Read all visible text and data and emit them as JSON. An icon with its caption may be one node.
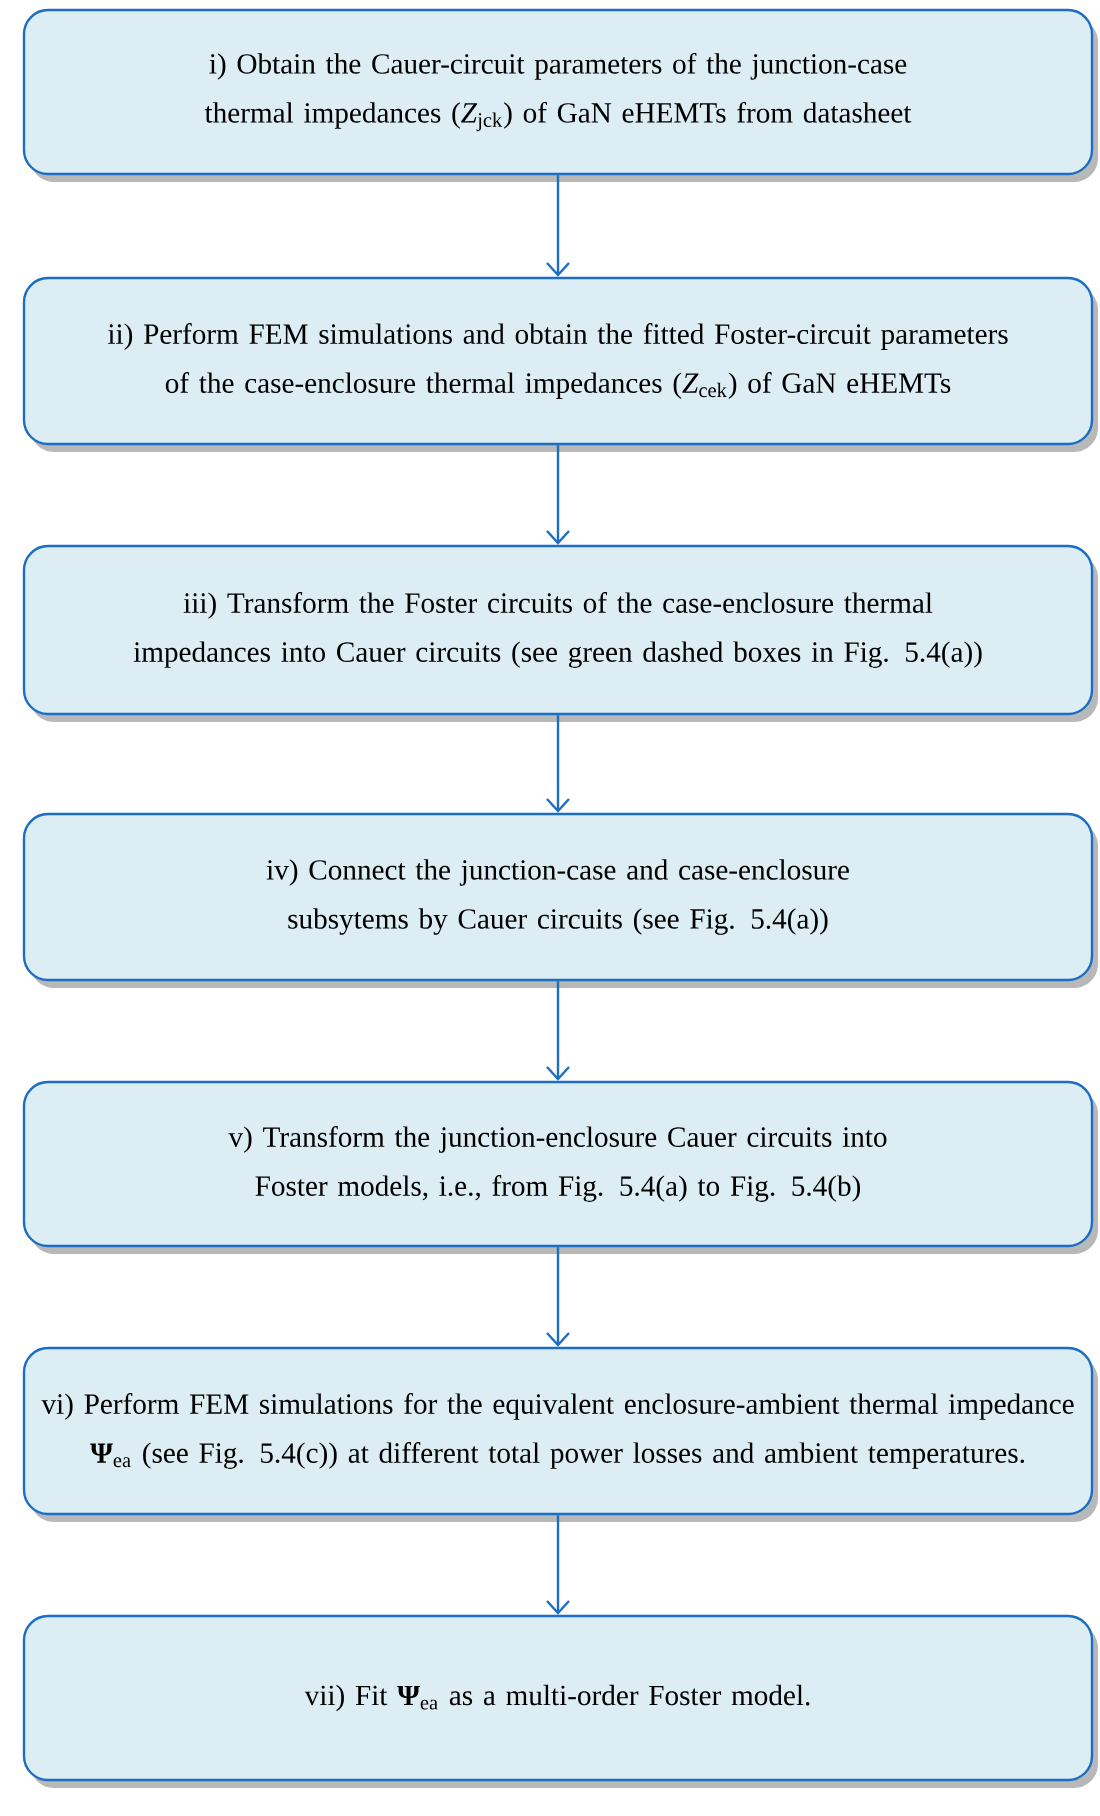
{
  "diagram": {
    "nodes": [
      {
        "text": [
          "i) Obtain the Cauer-circuit parameters of the junction-case thermal impedances (*Z*$_{jck}$) of GaN eHEMTs from datasheet"
        ]
      },
      {
        "text": [
          "ii) Perform FEM simulations and obtain the fitted Foster-circuit parameters of the case-enclosure thermal impedances (*Z*$_{cek}$) of GaN eHEMTs"
        ]
      },
      {
        "text": [
          "iii) Transform the Foster circuits of the case-enclosure thermal impedances into Cauer circuits (see green dashed boxes in Fig. 5.4(a))"
        ]
      },
      {
        "text": [
          "iv) Connect the junction-case and case-enclosure subsytems by Cauer circuits (see Fig. 5.4(a))"
        ]
      },
      {
        "text": [
          "v) Transform the junction-enclosure Cauer circuits into Foster models, i.e., from Fig. 5.4(a) to Fig. 5.4(b)"
        ]
      },
      {
        "text": [
          "vi) Perform FEM simulations for the equivalent enclosure-ambient thermal impedance **Ψ**$_{ea}$ (see Fig. 5.4(c)) at different total power losses and ambient temperatures."
        ]
      },
      {
        "text": [
          "vii) Fit **Ψ**$_{ea}$ as a multi-order Foster model."
        ]
      }
    ],
    "edges": [
      {
        "from": 0,
        "to": 1,
        "arrow": "to"
      },
      {
        "from": 1,
        "to": 2,
        "arrow": "to"
      },
      {
        "from": 2,
        "to": 3,
        "arrow": "to"
      },
      {
        "from": 3,
        "to": 4,
        "arrow": "to"
      },
      {
        "from": 4,
        "to": 5,
        "arrow": "to"
      },
      {
        "from": 5,
        "to": 6,
        "arrow": "to"
      }
    ]
  }
}
